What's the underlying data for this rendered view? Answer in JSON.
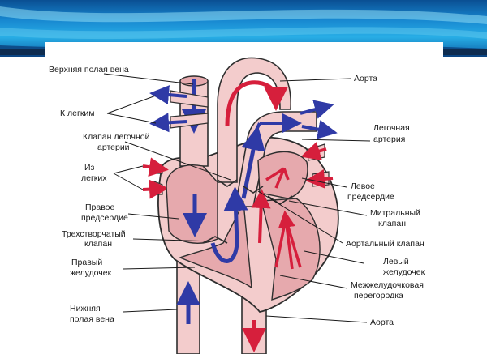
{
  "colors": {
    "banner_dark": "#0a5fa8",
    "banner_mid": "#18a2e0",
    "banner_light": "#7fd6f0",
    "tissue": "#f3cccc",
    "tissue_dark": "#e6a9ad",
    "outline": "#2e2e2e",
    "oxygen_poor": "#2f3aa6",
    "oxygen_rich": "#d61f3c"
  },
  "labels": {
    "superior_vena_cava": "Верхняя полая вена",
    "to_lungs": "К легким",
    "pulmonary_valve_1": "Клапан легочной",
    "pulmonary_valve_2": "артерии",
    "from_lungs_1": "Из",
    "from_lungs_2": "легких",
    "right_atrium_1": "Правое",
    "right_atrium_2": "предсердие",
    "tricuspid_1": "Трехстворчатый",
    "tricuspid_2": "клапан",
    "right_ventricle_1": "Правый",
    "right_ventricle_2": "желудочек",
    "inferior_vena_cava_1": "Нижняя",
    "inferior_vena_cava_2": "полая вена",
    "aorta_top": "Аорта",
    "pulmonary_artery_1": "Легочная",
    "pulmonary_artery_2": "артерия",
    "left_atrium_1": "Левое",
    "left_atrium_2": "предсердие",
    "mitral_1": "Митральный",
    "mitral_2": "клапан",
    "aortic_valve": "Аортальный клапан",
    "left_ventricle_1": "Левый",
    "left_ventricle_2": "желудочек",
    "septum_1": "Межжелудочковая",
    "septum_2": "перегородка",
    "aorta_bottom": "Аорта"
  }
}
